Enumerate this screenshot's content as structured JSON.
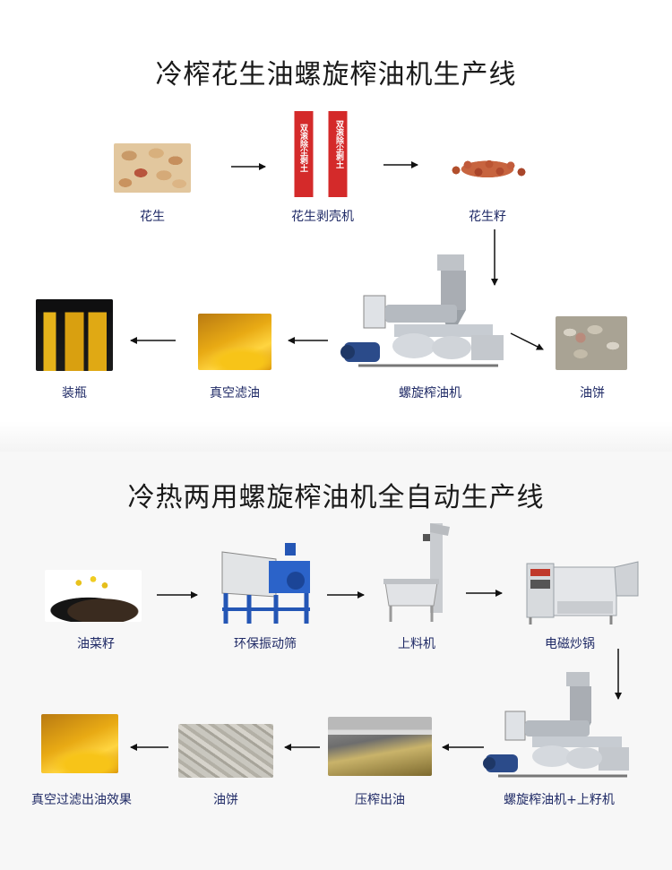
{
  "section1": {
    "title": "冷榨花生油螺旋榨油机生产线",
    "nodes": {
      "peanut": "花生",
      "sheller": "花生剥壳机",
      "kernel": "花生籽",
      "screw_press": "螺旋榨油机",
      "oil_cake": "油饼",
      "vacuum_filter": "真空滤油",
      "bottling": "装瓶"
    },
    "sheller_text": {
      "left": "双滚除尘剥土",
      "right": "双滚除尘剥土"
    }
  },
  "section2": {
    "title": "冷热两用螺旋榨油机全自动生产线",
    "nodes": {
      "rapeseed": "油菜籽",
      "vibrating_screen": "环保振动筛",
      "feeder": "上料机",
      "roaster": "电磁炒锅",
      "press_feeder": "螺旋榨油机+上籽机",
      "pressing": "压榨出油",
      "oil_cake": "油饼",
      "filter_effect": "真空过滤出油效果"
    }
  },
  "colors": {
    "label": "#1f2a66",
    "title": "#1a1a1a",
    "arrow": "#111111",
    "sheller_red": "#d42a2a",
    "oil_gold": "#e8aa14"
  }
}
